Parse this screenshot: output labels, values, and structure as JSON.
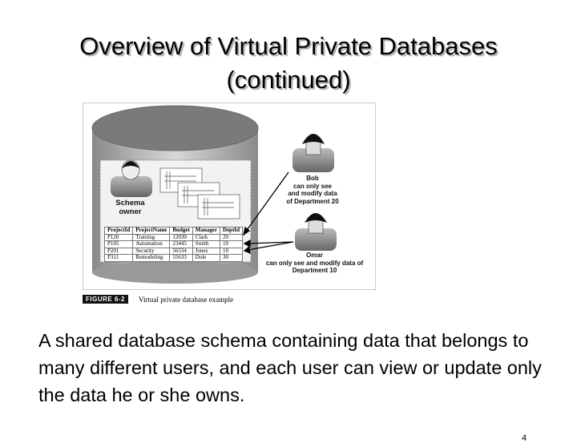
{
  "slide": {
    "title_line1": "Overview of Virtual Private Databases",
    "title_line2": "(continued)",
    "body_text": "A shared database schema containing data that belongs to many different users, and each user can view or update only the data he or she owns.",
    "page_number": "4"
  },
  "figure": {
    "schema_owner_label": "Schema owner",
    "bob_label": [
      "Bob",
      "can only see",
      "and modify data",
      "of Department 20"
    ],
    "omar_label": [
      "Omar",
      "can only see and modify data of",
      "Department 10"
    ],
    "caption_number": "FIGURE 6-2",
    "caption_text": "Virtual private database example",
    "table": {
      "headers": [
        "ProjectId",
        "ProjectName",
        "Budget",
        "Manager",
        "DeptId"
      ],
      "rows": [
        [
          "P120",
          "Training",
          "12030",
          "Clark",
          "20"
        ],
        [
          "P105",
          "Automation",
          "23445",
          "Smith",
          "10"
        ],
        [
          "P201",
          "Security",
          "56534",
          "Jones",
          "10"
        ],
        [
          "P311",
          "Remodeling",
          "55633",
          "Dole",
          "30"
        ]
      ]
    }
  }
}
